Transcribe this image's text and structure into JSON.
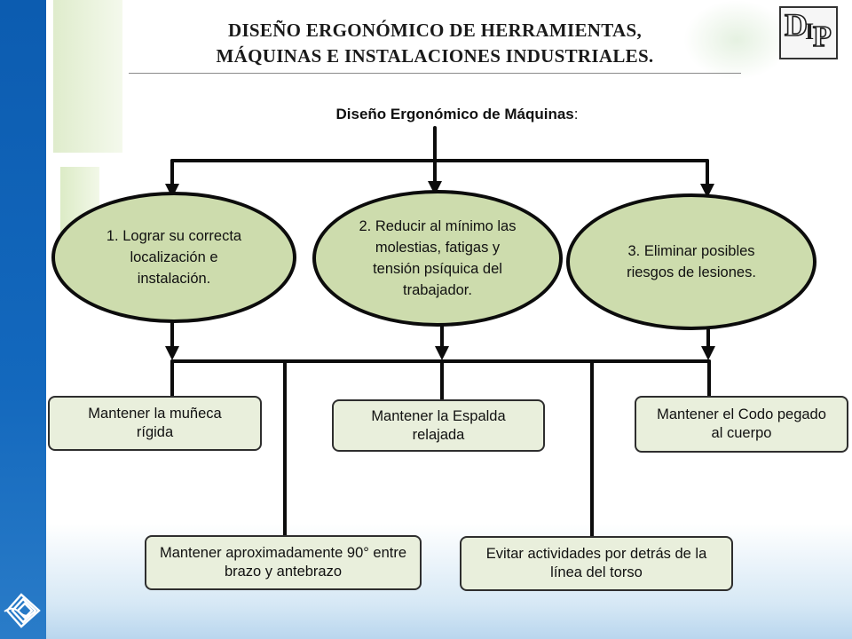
{
  "header": {
    "title_line1": "DISEÑO ERGONÓMICO DE HERRAMIENTAS,",
    "title_line2": "MÁQUINAS E INSTALACIONES INDUSTRIALES.",
    "logo": {
      "d": "D",
      "i": "I",
      "p": "P"
    }
  },
  "diagram": {
    "title": "Diseño Ergonómico de Máquinas",
    "title_suffix": ":",
    "objectives": [
      {
        "text": "1. Lograr su correcta localización e instalación."
      },
      {
        "text": "2. Reducir al mínimo las molestias, fatigas y tensión psíquica del trabajador."
      },
      {
        "text": "3. Eliminar posibles riesgos de lesiones."
      }
    ],
    "recommendations": [
      {
        "text": "Mantener la muñeca rígida"
      },
      {
        "text": "Mantener la Espalda relajada"
      },
      {
        "text": "Mantener el Codo pegado al cuerpo"
      },
      {
        "text": "Mantener aproximadamente 90° entre brazo y antebrazo"
      },
      {
        "text": "Evitar actividades por detrás de la línea del torso"
      }
    ]
  },
  "colors": {
    "ellipse_fill": "#cddcad",
    "box_fill": "#e9efdc",
    "sidebar_blue": "#0c5cb0",
    "line": "#0c0c0c"
  }
}
